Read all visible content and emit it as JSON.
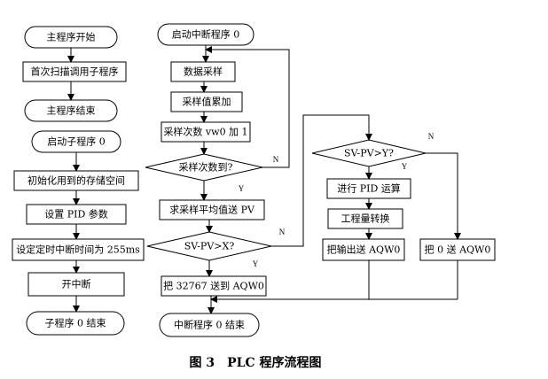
{
  "diagram": {
    "main_program": {
      "start": "主程序开始",
      "init_call": "首次扫描调用子程序",
      "end": "主程序结束"
    },
    "subroutine": {
      "start": "启动子程序 0",
      "init_storage": "初始化用到的存储空间",
      "set_pid": "设置 PID 参数",
      "set_timer": "设定定时中断时间为 255ms",
      "enable_interrupt": "开中断",
      "end": "子程序 0 结束"
    },
    "interrupt": {
      "start": "启动中断程序 0",
      "sample": "数据采样",
      "accumulate": "采样值累加",
      "count_inc": "采样次数 vw0 加 1",
      "count_check": "采样次数到?",
      "avg_to_pv": "求采样平均值送 PV",
      "check_x": "SV-PV>X?",
      "send_max": "把 32767 送到 AQW0",
      "check_y": "SV-PV>Y?",
      "pid_calc": "进行 PID 运算",
      "eng_convert": "工程量转换",
      "output_aqw": "把输出送 AQW0",
      "zero_aqw": "把 0 送 AQW0",
      "end": "中断程序 0 结束"
    },
    "labels": {
      "yes": "Y",
      "no": "N"
    }
  },
  "caption": "图 3　PLC 程序流程图"
}
